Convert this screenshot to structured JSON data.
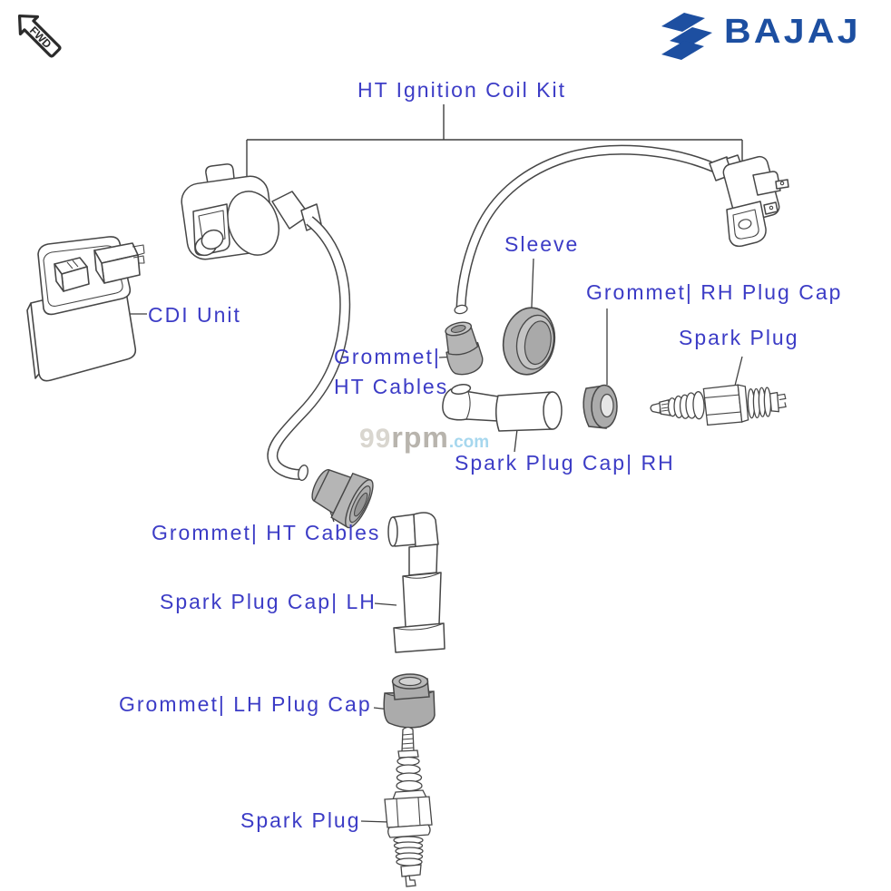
{
  "header": {
    "fwd_badge": "FWD",
    "brand": {
      "name": "BAJAJ",
      "color": "#1d4fa1"
    }
  },
  "diagram": {
    "title": "HT Ignition Coil Kit",
    "label_color": "#3c3cc6",
    "line_color": "#474747",
    "part_gray": "#b5b5b5",
    "labels": {
      "cdi_unit": "CDI Unit",
      "sleeve": "Sleeve",
      "grommet_rh_plug_cap": "Grommet| RH Plug Cap",
      "spark_plug_rh": "Spark Plug",
      "grommet_ht_cables_line1": "Grommet|",
      "grommet_ht_cables_line2": "HT Cables",
      "spark_plug_cap_rh": "Spark Plug Cap| RH",
      "grommet_ht_cables": "Grommet| HT Cables",
      "spark_plug_cap_lh": "Spark Plug Cap| LH",
      "grommet_lh_plug_cap": "Grommet| LH Plug Cap",
      "spark_plug_lh": "Spark Plug"
    }
  },
  "watermark": {
    "prefix": "99",
    "brand": "rpm",
    "suffix": ".com"
  }
}
